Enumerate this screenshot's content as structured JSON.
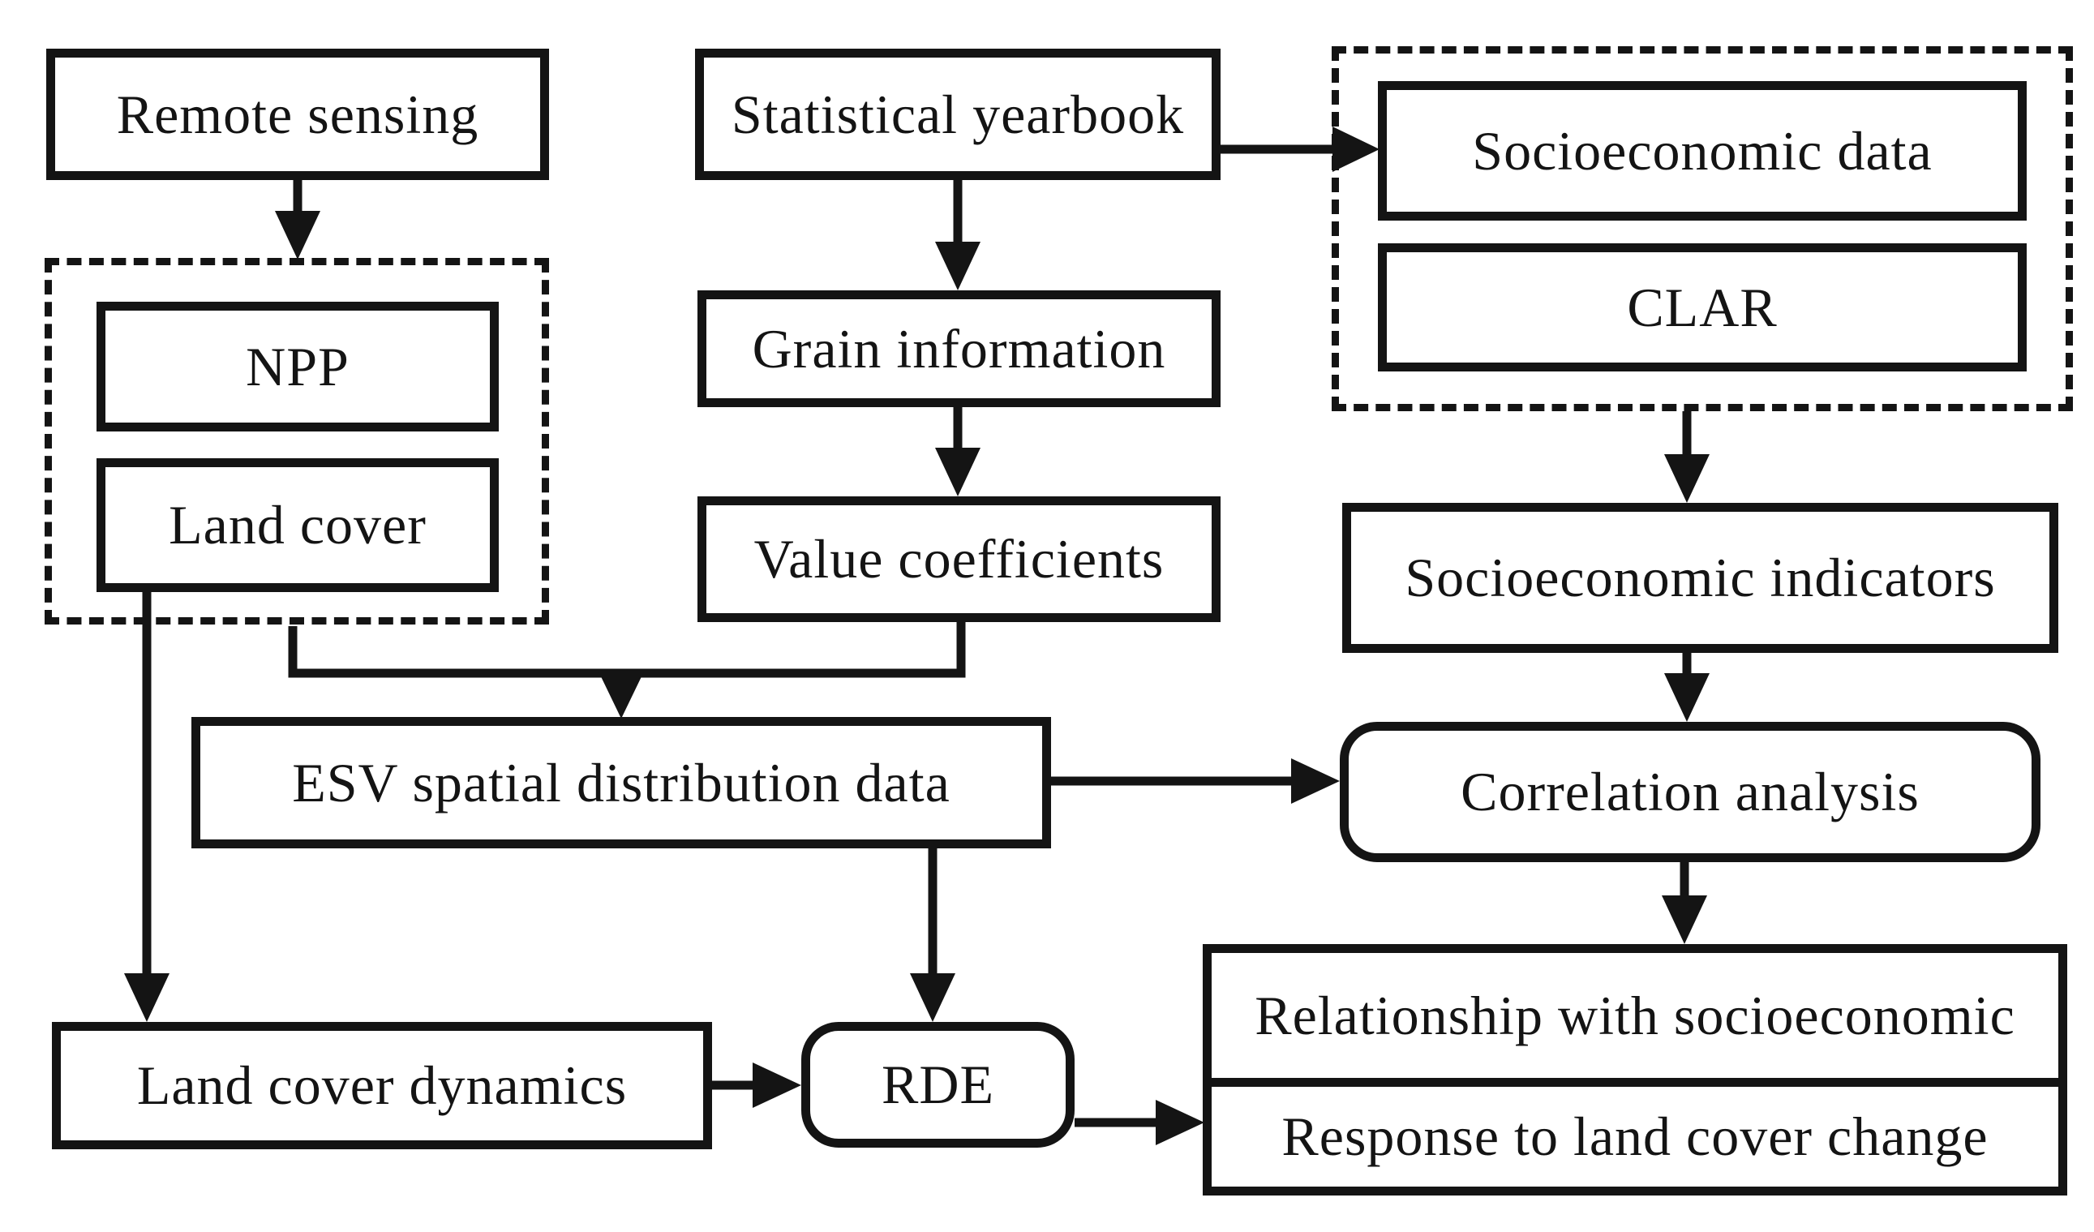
{
  "figure": {
    "type": "flowchart",
    "title": "ESV research methodology flowchart",
    "colors": {
      "background": "#ffffff",
      "line": "#141414",
      "text": "#141414"
    },
    "nodes": {
      "remote_sensing": "Remote sensing",
      "statistical_yearbook": "Statistical yearbook",
      "socioeconomic_data": "Socioeconomic data",
      "clar": "CLAR",
      "npp": "NPP",
      "land_cover": "Land cover",
      "grain_information": "Grain information",
      "value_coefficients": "Value coefficients",
      "socioeconomic_indicators": "Socioeconomic indicators",
      "esv_spatial_distribution_data": "ESV spatial distribution data",
      "correlation_analysis": "Correlation analysis",
      "land_cover_dynamics": "Land cover dynamics",
      "rde": "RDE",
      "relationship_with_socioeconomic": "Relationship with socioeconomic",
      "response_to_land_cover_change": "Response to land cover change"
    },
    "groups": {
      "remote_sensing_products": [
        "npp",
        "land_cover"
      ],
      "yearbook_products": [
        "socioeconomic_data",
        "clar"
      ],
      "results": [
        "relationship_with_socioeconomic",
        "response_to_land_cover_change"
      ]
    },
    "edges": [
      {
        "from": "remote_sensing",
        "to": "remote_sensing_products"
      },
      {
        "from": "statistical_yearbook",
        "to": "socioeconomic_data"
      },
      {
        "from": "statistical_yearbook",
        "to": "grain_information"
      },
      {
        "from": "grain_information",
        "to": "value_coefficients"
      },
      {
        "from": "remote_sensing_products",
        "to": "esv_spatial_distribution_data"
      },
      {
        "from": "value_coefficients",
        "to": "esv_spatial_distribution_data"
      },
      {
        "from": "yearbook_products",
        "to": "socioeconomic_indicators"
      },
      {
        "from": "socioeconomic_indicators",
        "to": "correlation_analysis"
      },
      {
        "from": "esv_spatial_distribution_data",
        "to": "correlation_analysis"
      },
      {
        "from": "esv_spatial_distribution_data",
        "to": "rde"
      },
      {
        "from": "land_cover",
        "to": "land_cover_dynamics"
      },
      {
        "from": "land_cover_dynamics",
        "to": "rde"
      },
      {
        "from": "correlation_analysis",
        "to": "relationship_with_socioeconomic"
      },
      {
        "from": "rde",
        "to": "response_to_land_cover_change"
      }
    ]
  }
}
